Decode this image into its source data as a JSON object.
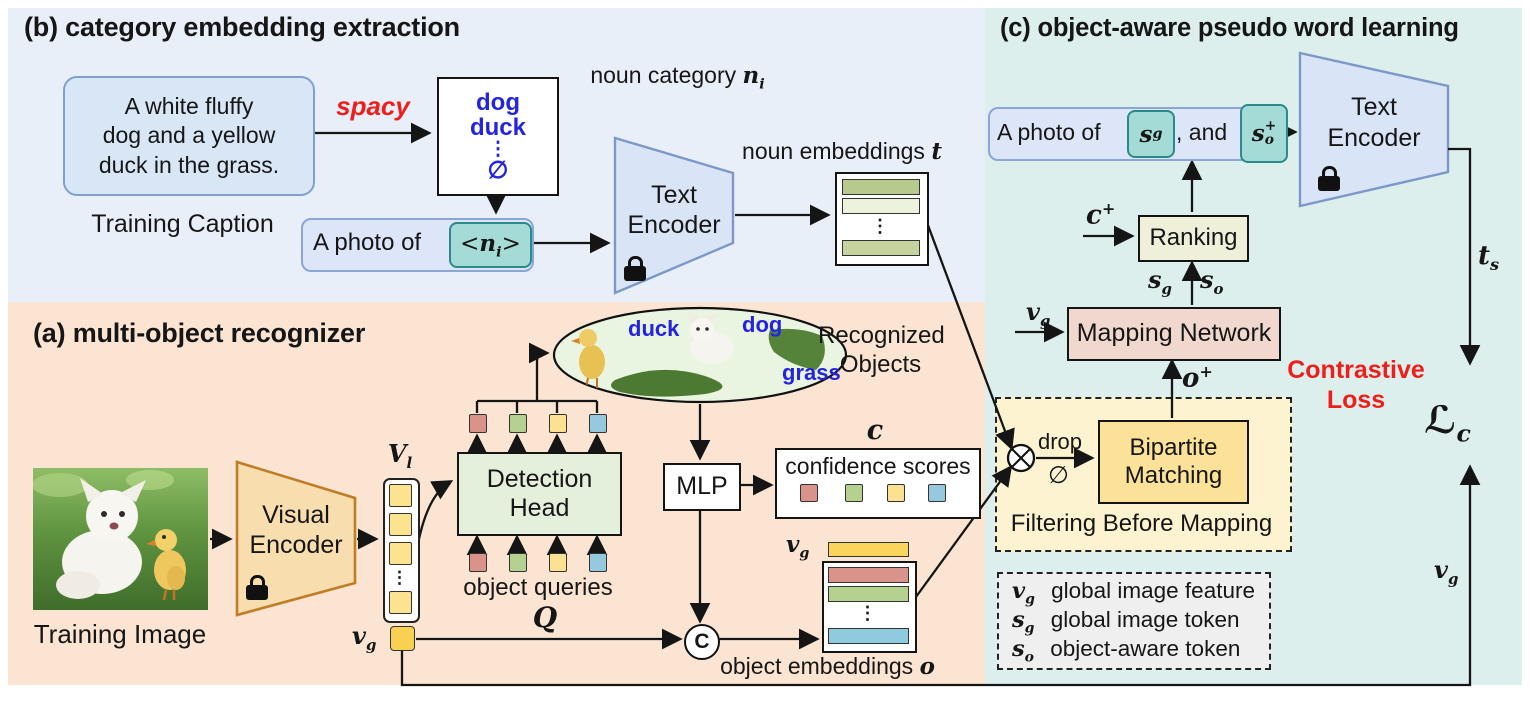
{
  "colors": {
    "panel_a_bg": "#fbe5d2",
    "panel_b_bg": "#e9eff9",
    "panel_c_bg": "#ddefec",
    "red_text": "#ee1f1a",
    "blue_text": "#2424e0",
    "token_fill": "#a5dbd6",
    "token_border": "#2a8a8a"
  },
  "panel_b": {
    "title": "(b) category embedding extraction",
    "caption": {
      "line1": "A white fluffy",
      "line2": "dog and a yellow",
      "line3": "duck in the grass."
    },
    "caption_label": "Training Caption",
    "spacy": "spacy",
    "nouns": {
      "n1": "dog",
      "n2": "duck",
      "dots": "⋮",
      "empty": "∅"
    },
    "noun_category": {
      "label": "noun category ",
      "base": "n",
      "sub": "i"
    },
    "prompt": {
      "prefix": "A photo of",
      "lt": "<",
      "base": "n",
      "sub": "i",
      "gt": ">"
    },
    "encoder": {
      "line1": "Text",
      "line2": "Encoder"
    },
    "noun_embeddings": {
      "label": "noun embeddings ",
      "sym": "t",
      "dots": "⋮"
    }
  },
  "panel_a": {
    "title": "(a) multi-object recognizer",
    "image_label": "Training Image",
    "encoder": {
      "line1": "Visual",
      "line2": "Encoder"
    },
    "vl": {
      "base": "V",
      "sub": "l",
      "dots": "⋮"
    },
    "vg": {
      "base": "v",
      "sub": "g"
    },
    "detection": {
      "line1": "Detection",
      "line2": "Head"
    },
    "queries_label": "object queries",
    "queries_sym": "Q",
    "ellipse": {
      "duck": "duck",
      "dog": "dog",
      "grass": "grass",
      "label1": "Recognized",
      "label2": "Objects"
    },
    "mlp": "MLP",
    "concat": "C",
    "confidence": {
      "sym": "c",
      "label": "confidence scores"
    },
    "embeddings": {
      "vg_base": "v",
      "vg_sub": "g",
      "label": "object embeddings ",
      "sym": "o",
      "dots": "⋮"
    }
  },
  "panel_c": {
    "title": "(c) object-aware pseudo word learning",
    "prompt": {
      "prefix": "A photo of",
      "t1base": "s",
      "t1sub": "g",
      "mid": ", and",
      "t2base": "s",
      "t2sub": "o",
      "t2sup": "+"
    },
    "encoder": {
      "line1": "Text",
      "line2": "Encoder"
    },
    "c_plus": {
      "base": "c",
      "sup": "+"
    },
    "ranking": "Ranking",
    "sg": {
      "base": "s",
      "sub": "g"
    },
    "so": {
      "base": "s",
      "sub": "o"
    },
    "vg": {
      "base": "v",
      "sub": "g"
    },
    "mapping": "Mapping Network",
    "o_plus": {
      "base": "o",
      "sup": "+"
    },
    "drop": "drop",
    "empty": "∅",
    "bipartite": {
      "line1": "Bipartite",
      "line2": "Matching"
    },
    "filtering": "Filtering Before Mapping",
    "contrastive": {
      "line1": "Contrastive",
      "line2": "Loss"
    },
    "loss": {
      "base": "ℒ",
      "sub": "c"
    },
    "ts": {
      "base": "t",
      "sub": "s"
    },
    "vg_bottom": {
      "base": "v",
      "sub": "g"
    },
    "legend": {
      "rows": [
        {
          "base": "v",
          "sub": "g",
          "text": "global image feature"
        },
        {
          "base": "s",
          "sub": "g",
          "text": "global image token"
        },
        {
          "base": "s",
          "sub": "o",
          "text": "object-aware token"
        }
      ]
    }
  }
}
